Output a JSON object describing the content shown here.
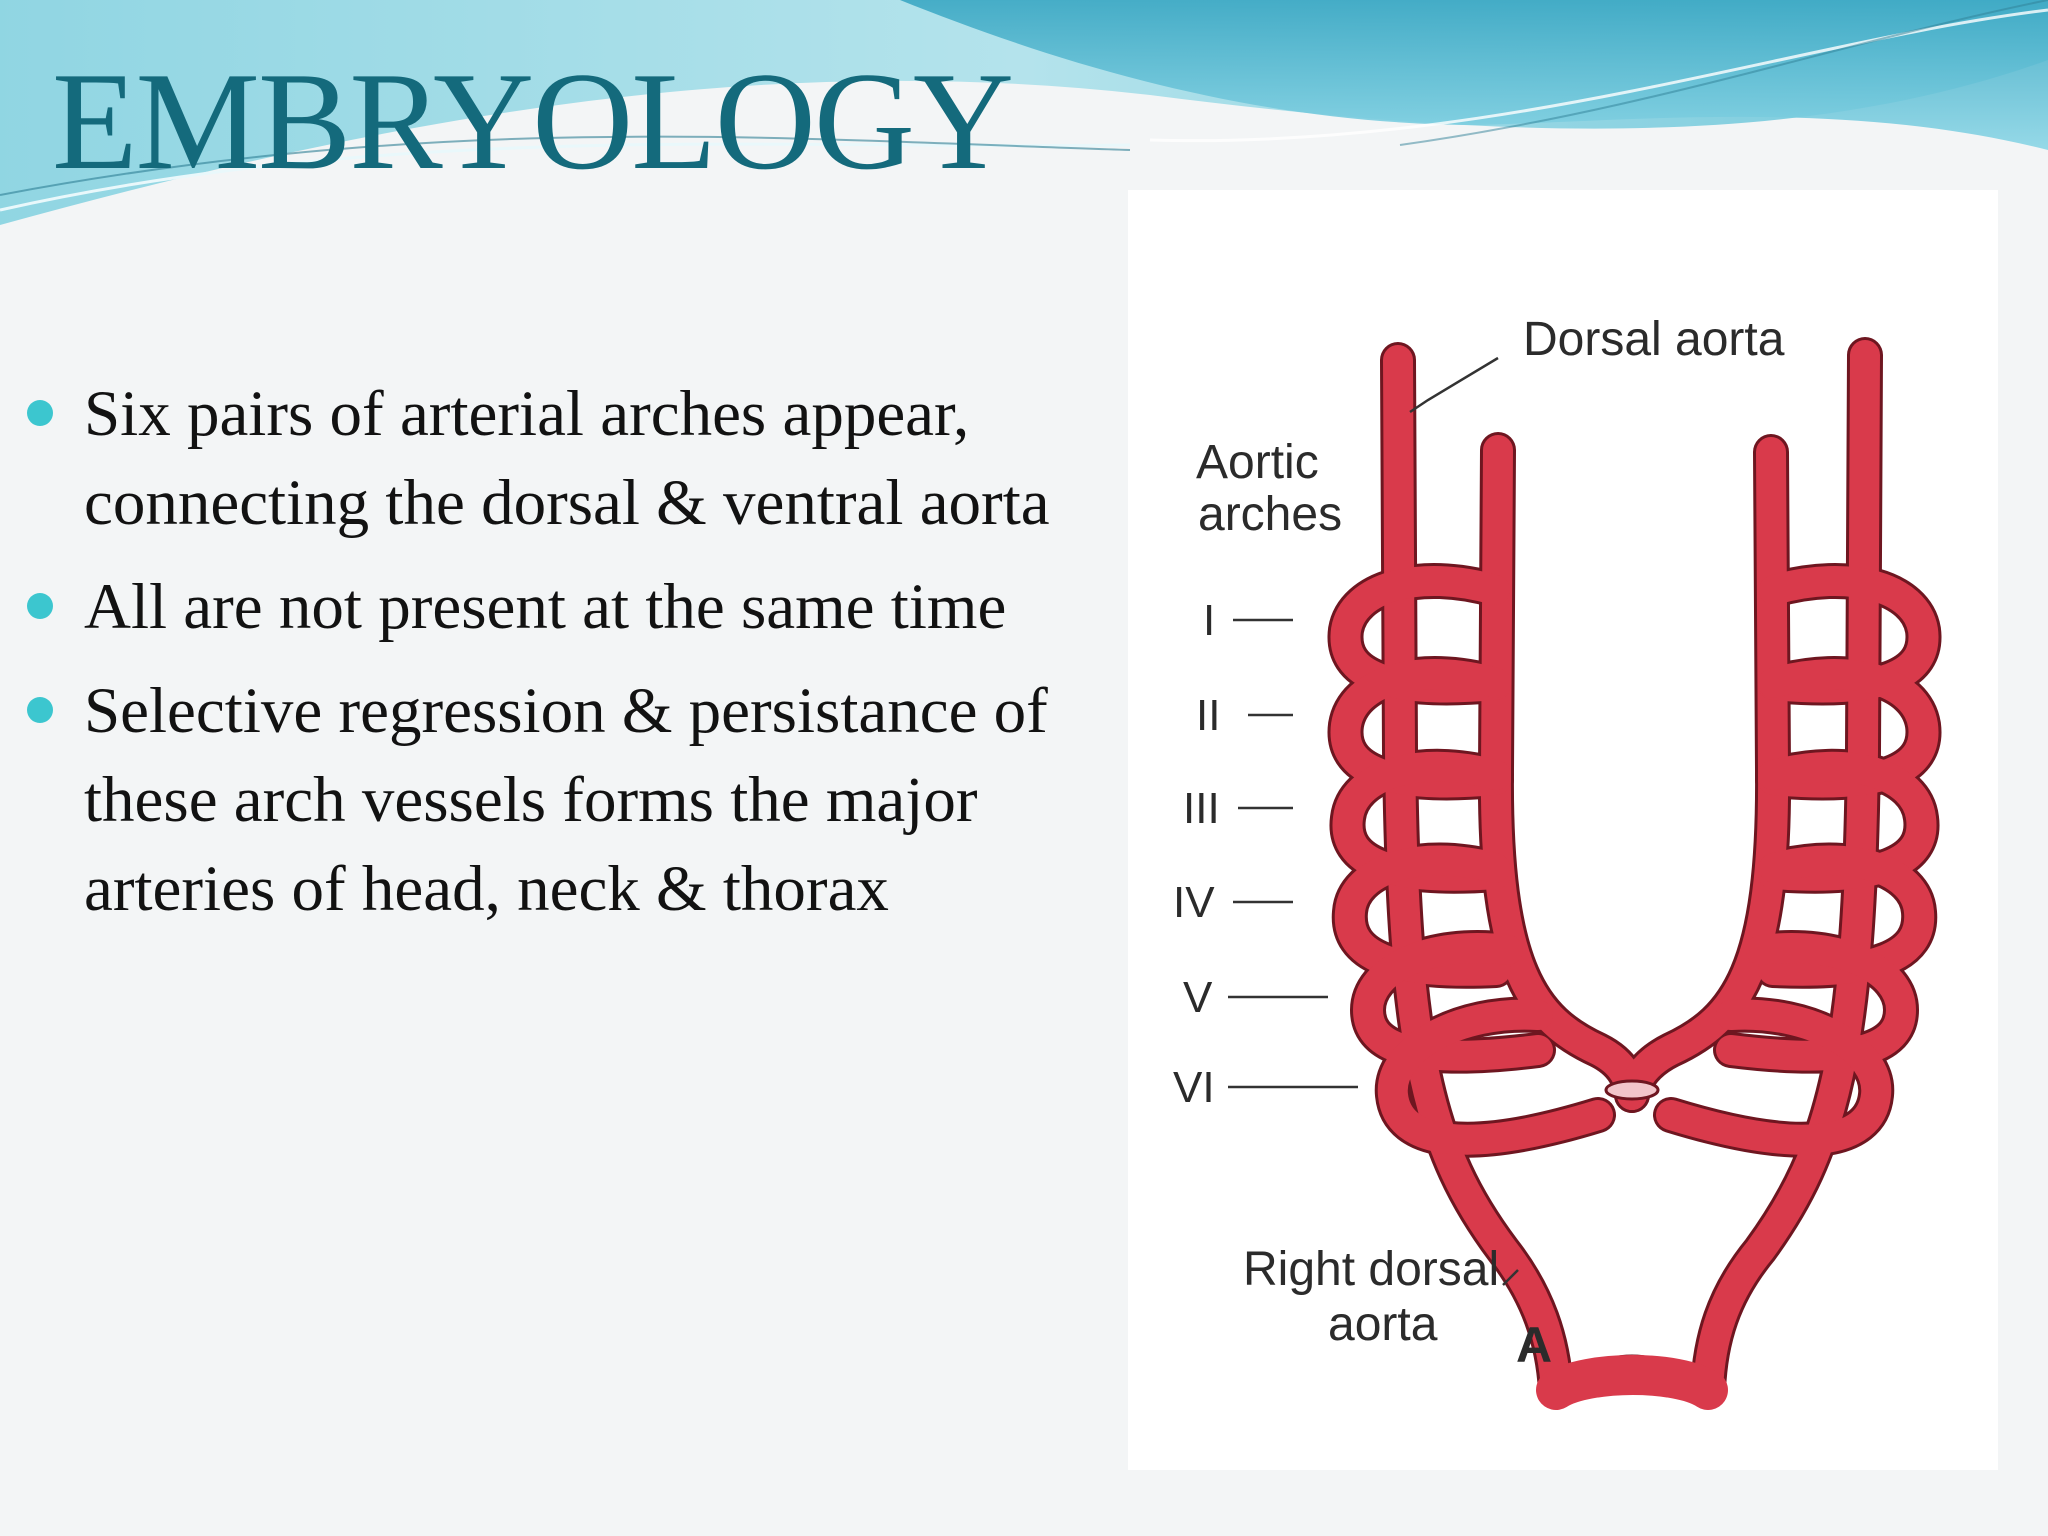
{
  "slide": {
    "title": "EMBRYOLOGY",
    "bullets": [
      {
        "text": "Six pairs of arterial arches appear, connecting the dorsal & ventral aorta"
      },
      {
        "text": "All are not present at the same time"
      },
      {
        "text": "Selective regression & persistance of these arch vessels forms the major arteries of head, neck & thorax"
      }
    ]
  },
  "diagram": {
    "labels": {
      "dorsal_aorta": "Dorsal aorta",
      "aortic": "Aortic",
      "arches": "arches",
      "right_dorsal": "Right dorsal",
      "aorta": "aorta",
      "figure_letter": "A"
    },
    "arch_numerals": [
      "I",
      "II",
      "III",
      "IV",
      "V",
      "VI"
    ]
  },
  "colors": {
    "title": "#146a7c",
    "bullet_dot": "#3cc6cf",
    "vessel": "#d93a4b",
    "vessel_outline": "#6e1620",
    "wave_light": "#bfe7ee",
    "wave_dark": "#4fb1c8"
  }
}
